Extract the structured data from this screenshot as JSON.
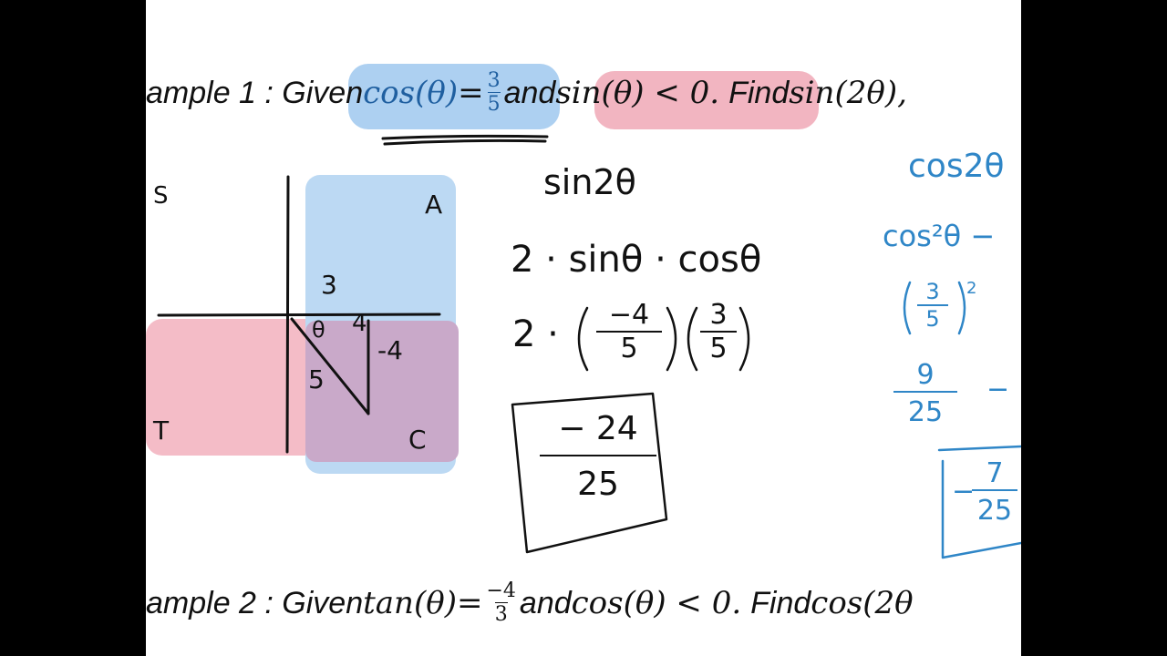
{
  "example1": {
    "prefix": "ample 1 : Given ",
    "cos_expr": "cos(θ)",
    "equals": " = ",
    "frac_num": "3",
    "frac_den": "5",
    "and_word": "and",
    "sin_expr": " sin(θ) < 0.",
    "find_word": "Find",
    "tail": " sin(2θ),"
  },
  "example2": {
    "prefix": "ample 2 : Given ",
    "tan_expr": "tan(θ)",
    "equals": " = ",
    "frac_num": "−4",
    "frac_den": "3",
    "and_word": "and",
    "cos_expr": " cos(θ) < 0.",
    "find_word": "Find",
    "tail": " cos(2θ"
  },
  "quadrants": {
    "s": "S",
    "a": "A",
    "t": "T",
    "c": "C"
  },
  "triangle": {
    "opp_top": "3",
    "theta": "θ",
    "adj": "4",
    "opp": "-4",
    "hyp": "5"
  },
  "sin_work": {
    "title": "sin2θ",
    "step1": "2 · sinθ · cosθ",
    "step2_lead": "2 ·",
    "f1_num": "−4",
    "f1_den": "5",
    "f2_num": "3",
    "f2_den": "5",
    "answer_num": "− 24",
    "answer_den": "25"
  },
  "cos_work": {
    "title": "cos2θ",
    "step1": "cos²θ − ",
    "step2_num": "3",
    "step2_den": "5",
    "step2_exp": "2",
    "step3_num": "9",
    "step3_den": "25",
    "step3_op": "−",
    "answer_sign": "−",
    "answer_num": "7",
    "answer_den": "25"
  },
  "colors": {
    "highlight_blue": "#b9d7f1",
    "highlight_pink": "#f2b9c4",
    "ink_blue": "#2f86c7",
    "ink_black": "#111111"
  }
}
